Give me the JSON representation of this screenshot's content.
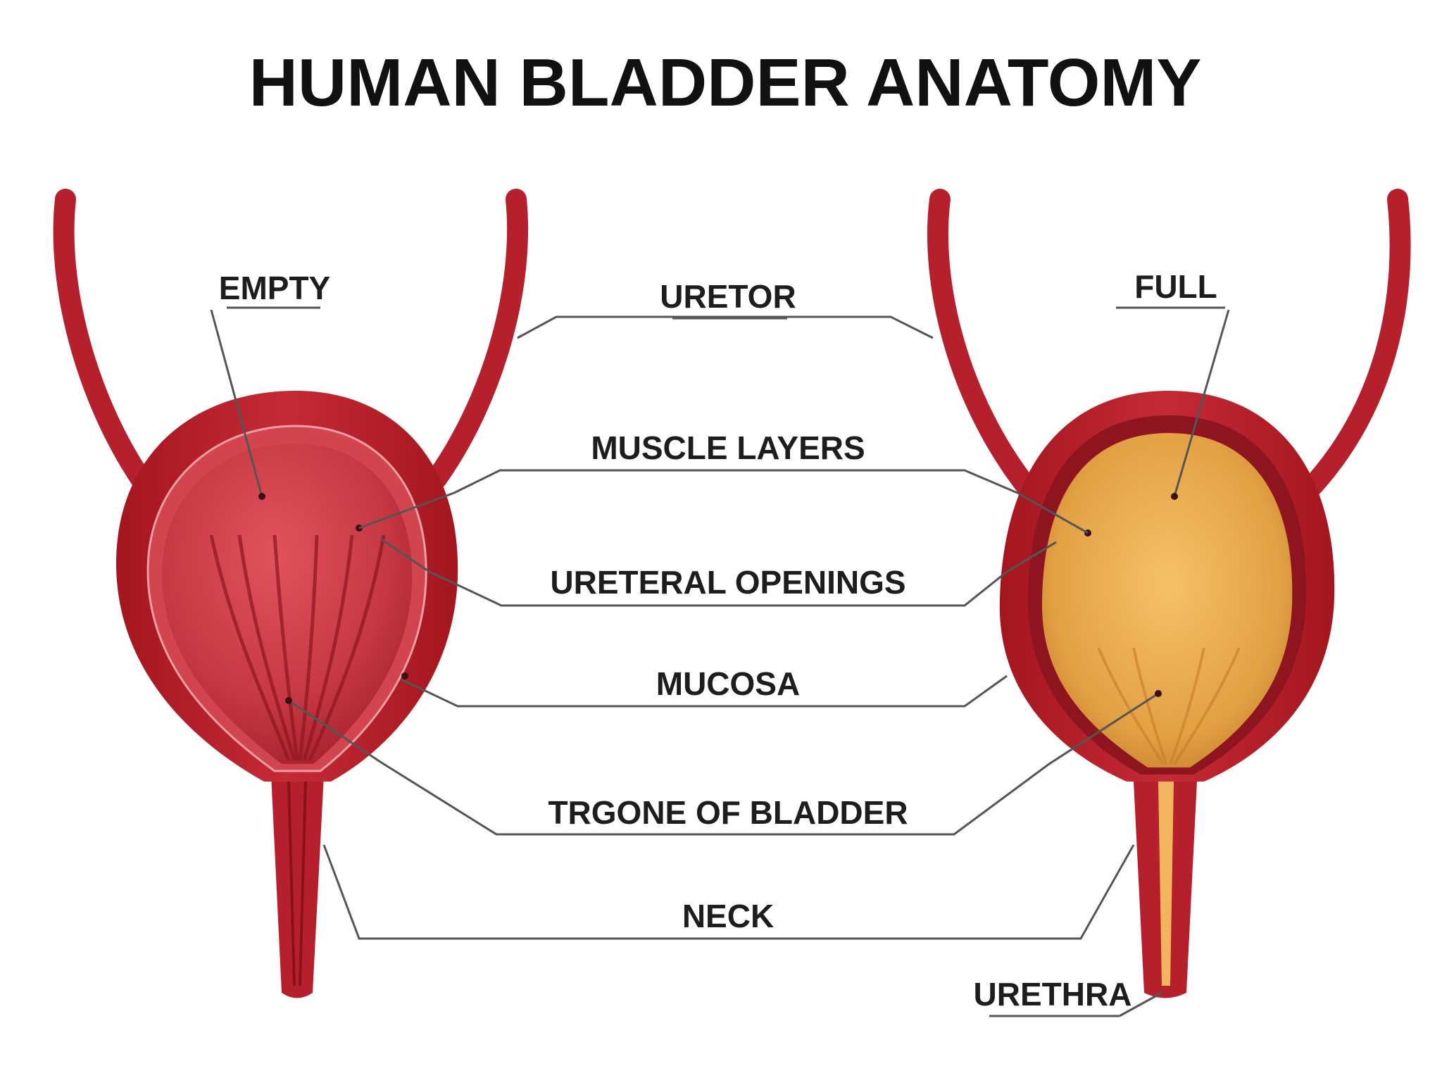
{
  "title": "HUMAN BLADDER ANATOMY",
  "states": {
    "empty": "EMPTY",
    "full": "FULL"
  },
  "labels": {
    "uretor": "URETOR",
    "muscle_layers": "MUSCLE LAYERS",
    "ureteral_openings": "URETERAL OPENINGS",
    "mucosa": "MUCOSA",
    "trigone": "TRGONE OF BLADDER",
    "neck": "NECK",
    "urethra": "URETHRA"
  },
  "colors": {
    "tissue": "#b5202c",
    "tissue_light": "#d2444e",
    "interior_empty": "#c73843",
    "interior_full": "#e3a044",
    "leader": "#555555"
  }
}
